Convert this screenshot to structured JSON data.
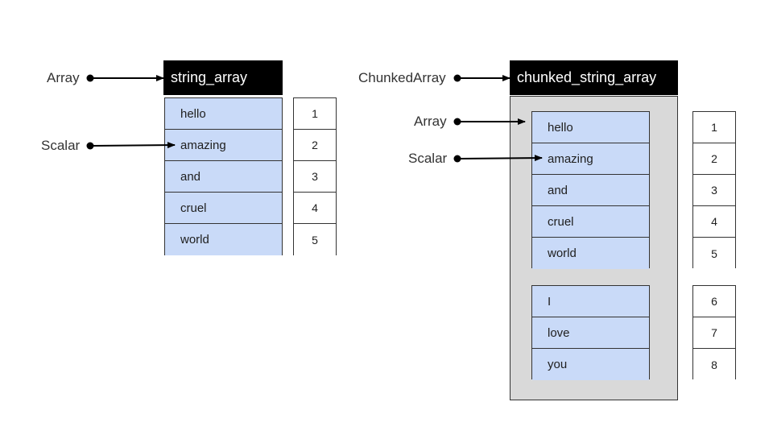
{
  "left": {
    "array_label": "Array",
    "scalar_label": "Scalar",
    "title": "string_array",
    "values": [
      "hello",
      "amazing",
      "and",
      "cruel",
      "world"
    ],
    "indices": [
      "1",
      "2",
      "3",
      "4",
      "5"
    ]
  },
  "right": {
    "chunked_label": "ChunkedArray",
    "array_label": "Array",
    "scalar_label": "Scalar",
    "title": "chunked_string_array",
    "chunk1_values": [
      "hello",
      "amazing",
      "and",
      "cruel",
      "world"
    ],
    "chunk1_indices": [
      "1",
      "2",
      "3",
      "4",
      "5"
    ],
    "chunk2_values": [
      "I",
      "love",
      "you"
    ],
    "chunk2_indices": [
      "6",
      "7",
      "8"
    ]
  },
  "colors": {
    "cell_fill": "#c9daf8",
    "chunk_bg": "#d9d9d9",
    "header_fill": "#000000"
  }
}
